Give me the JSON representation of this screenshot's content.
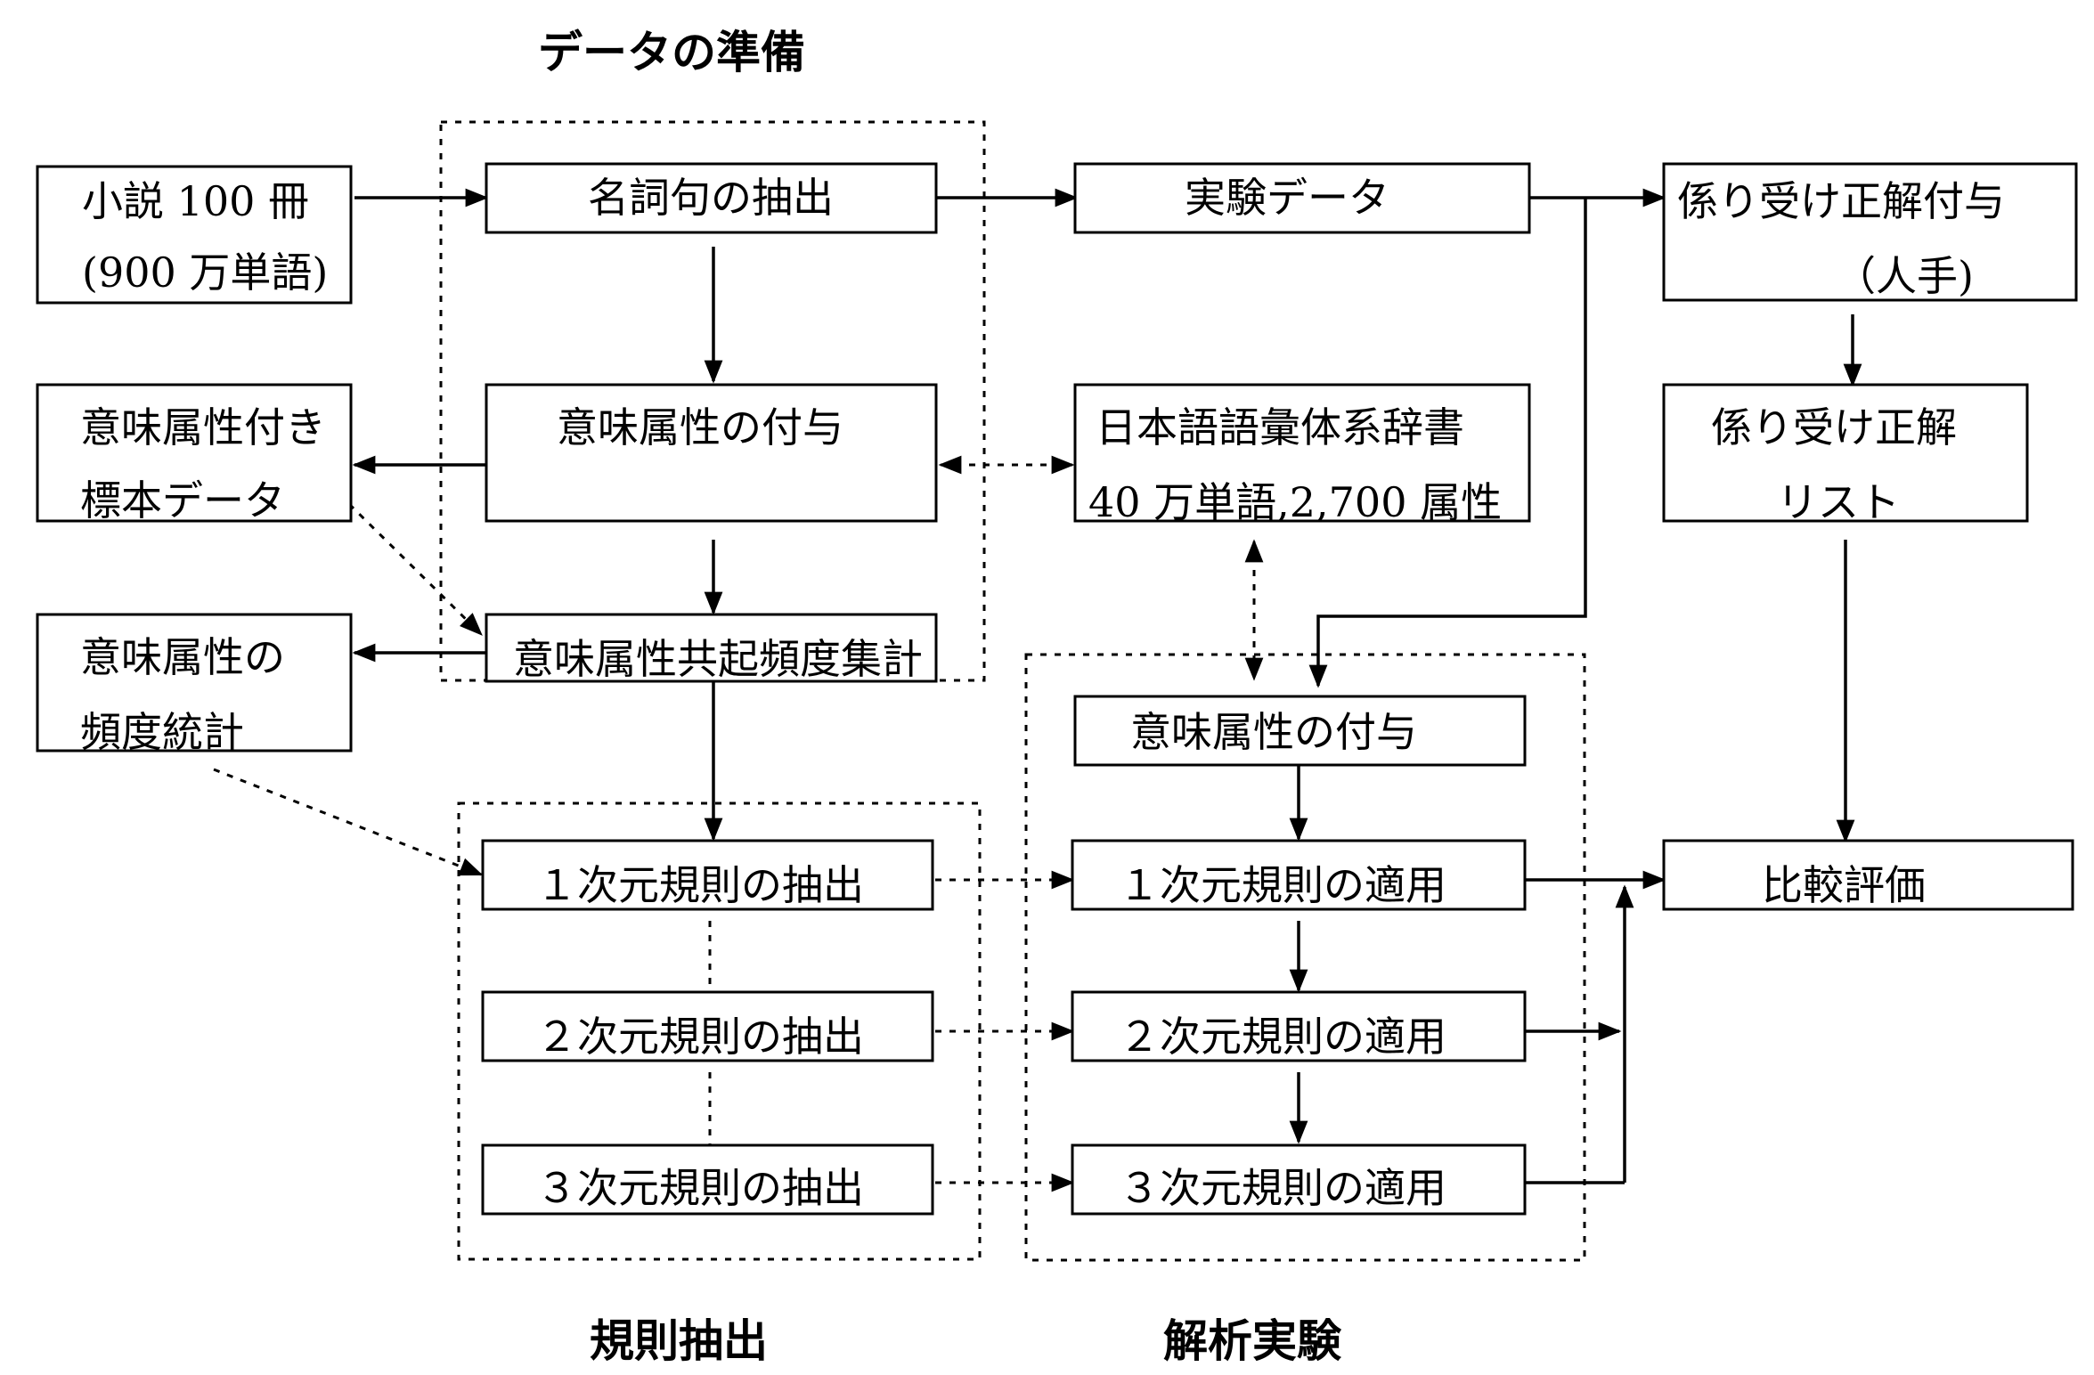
{
  "sections": {
    "data_prep": "データの準備",
    "rule_extraction": "規則抽出",
    "analysis_experiment": "解析実験"
  },
  "nodes": {
    "novels": [
      "小説 100 冊",
      "(900 万単語)"
    ],
    "noun_phrase_extraction": "名詞句の抽出",
    "experiment_data": "実験データ",
    "dependency_annotation": [
      "係り受け正解付与",
      "（人手)"
    ],
    "tagged_sample": [
      "意味属性付き",
      "標本データ"
    ],
    "assign_attributes_prep": "意味属性の付与",
    "thesaurus": [
      "日本語語彙体系辞書",
      "40 万単語,2,700 属性"
    ],
    "dependency_list": [
      "係り受け正解",
      "リスト"
    ],
    "attribute_freq_stats": [
      "意味属性の",
      "頻度統計"
    ],
    "cooccurrence_count": "意味属性共起頻度集計",
    "assign_attributes_exp": "意味属性の付与",
    "extract_rule_1": "１次元規則の抽出",
    "extract_rule_2": "２次元規則の抽出",
    "extract_rule_3": "３次元規則の抽出",
    "apply_rule_1": "１次元規則の適用",
    "apply_rule_2": "２次元規則の適用",
    "apply_rule_3": "３次元規則の適用",
    "comparison": "比較評価"
  }
}
